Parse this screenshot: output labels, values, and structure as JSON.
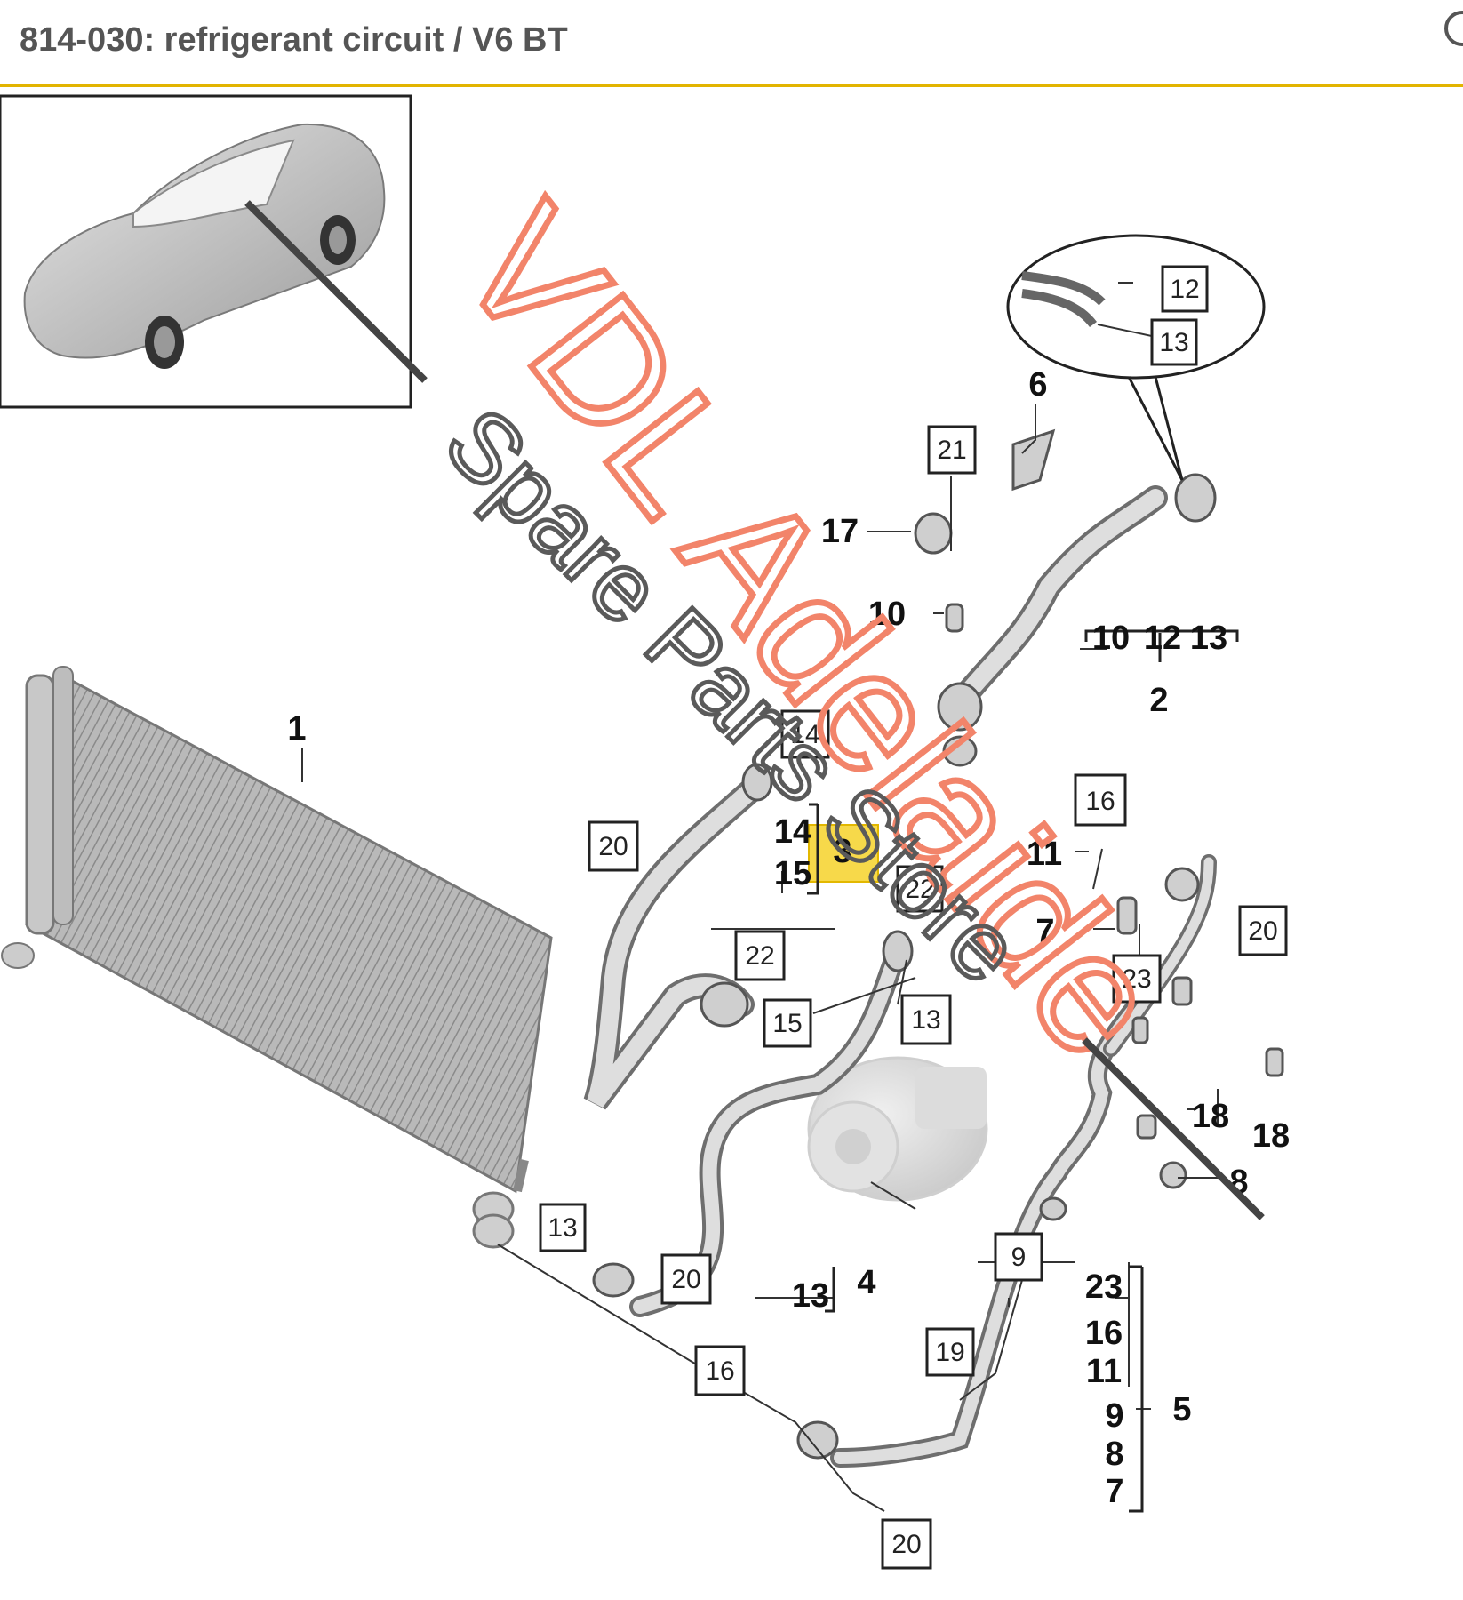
{
  "header": {
    "title": "814-030: refrigerant circuit / V6 BT",
    "accent_color": "#e2b400"
  },
  "watermark": {
    "line1": "VDL Adelaide",
    "line2": "Spare Parts Store",
    "line1_color": "#f2846a",
    "line2_color": "#5a5a5a"
  },
  "icons": {
    "header_right": "circle-icon"
  },
  "diagram": {
    "highlight_color": "#f7d94a",
    "boxed_labels": {
      "b12": "12",
      "b13a": "13",
      "b21": "21",
      "b14": "14",
      "b20a": "20",
      "b22a": "22",
      "b16a": "16",
      "b20b": "20",
      "b22b": "22",
      "b15": "15",
      "b13b": "13",
      "b23": "23",
      "b13c": "13",
      "b20c": "20",
      "b16b": "16",
      "b9": "9",
      "b19": "19",
      "b20d": "20"
    },
    "plain_labels": {
      "p6": "6",
      "p17": "17",
      "p10": "10",
      "p10g": "10",
      "p12g": "12",
      "p13g": "13",
      "p2": "2",
      "p1": "1",
      "p14": "14",
      "p3": "3",
      "p15": "15",
      "p11": "11",
      "p7": "7",
      "p18a": "18",
      "p18b": "18",
      "p8": "8",
      "p13d": "13",
      "p4": "4",
      "p23": "23",
      "p16": "16",
      "p11b": "11",
      "p9": "9",
      "p8b": "8",
      "p7b": "7",
      "p5": "5"
    }
  }
}
